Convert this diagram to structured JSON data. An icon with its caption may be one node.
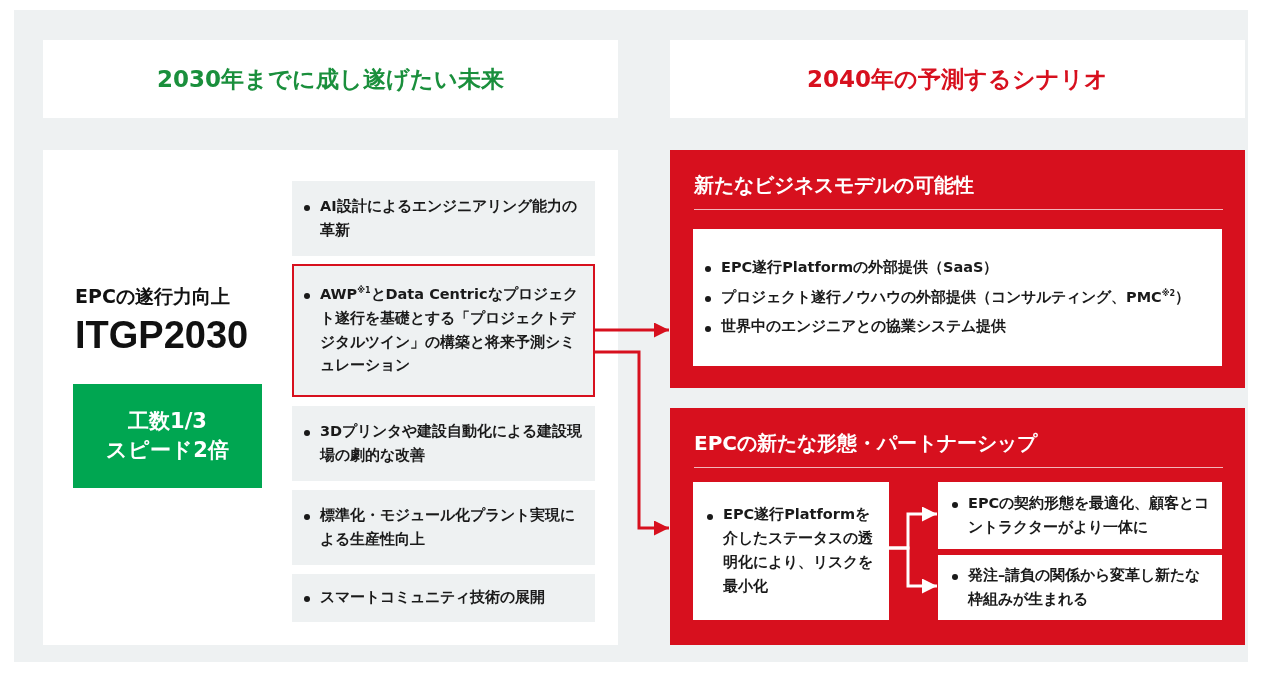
{
  "diagram": {
    "nodes": [
      {
        "text": [
          "2030年までに成し遂げたい未来"
        ]
      },
      {
        "text": [
          "2040年の予測するシナリオ"
        ]
      },
      {
        "text": [
          "EPCの遂行力向上",
          "ITGP2030"
        ]
      },
      {
        "text": [
          "工数1/3",
          "スピード2倍"
        ],
        "in": 2
      },
      {
        "text": [
          "AI設計によるエンジニアリング能力の革新"
        ],
        "in": 2
      },
      {
        "text": [
          "AWP$^{※1}$とData Centricなプロジェクト遂行を基礎とする「プロジェクトデジタルツイン」の構築と将来予測シミュレーション"
        ],
        "in": 2
      },
      {
        "text": [
          "3Dプリンタや建設自動化による建設現場の劇的な改善"
        ],
        "in": 2
      },
      {
        "text": [
          "標準化・モジュール化プラント実現による生産性向上"
        ],
        "in": 2
      },
      {
        "text": [
          "スマートコミュニティ技術の展開"
        ],
        "in": 2
      },
      {
        "text": [
          "新たなビジネスモデルの可能性"
        ]
      },
      {
        "text": [
          "EPC遂行Platformの外部提供（SaaS）",
          "プロジェクト遂行ノウハウの外部提供（コンサルティング、PMC$^{※2}$）",
          "世界中のエンジニアとの協業システム提供"
        ],
        "in": 9
      },
      {
        "text": [
          "EPCの新たな形態・パートナーシップ"
        ]
      },
      {
        "text": [
          "EPC遂行Platformを介したステータスの透明化により、リスクを最小化"
        ],
        "in": 11
      },
      {
        "text": [
          "EPCの契約形態を最適化、顧客とコントラクターがより一体に"
        ],
        "in": 11
      },
      {
        "text": [
          "発注–請負の関係から変革し新たな枠組みが生まれる"
        ],
        "in": 11
      }
    ],
    "edges": [
      {
        "from": 5,
        "to": 9,
        "arrow": "to",
        "color": "#d7101e"
      },
      {
        "from": 5,
        "to": 11,
        "arrow": "to",
        "color": "#d7101e"
      },
      {
        "from": 12,
        "to": 13,
        "arrow": "to",
        "color": "#ffffff"
      },
      {
        "from": 12,
        "to": 14,
        "arrow": "to",
        "color": "#ffffff"
      }
    ]
  }
}
